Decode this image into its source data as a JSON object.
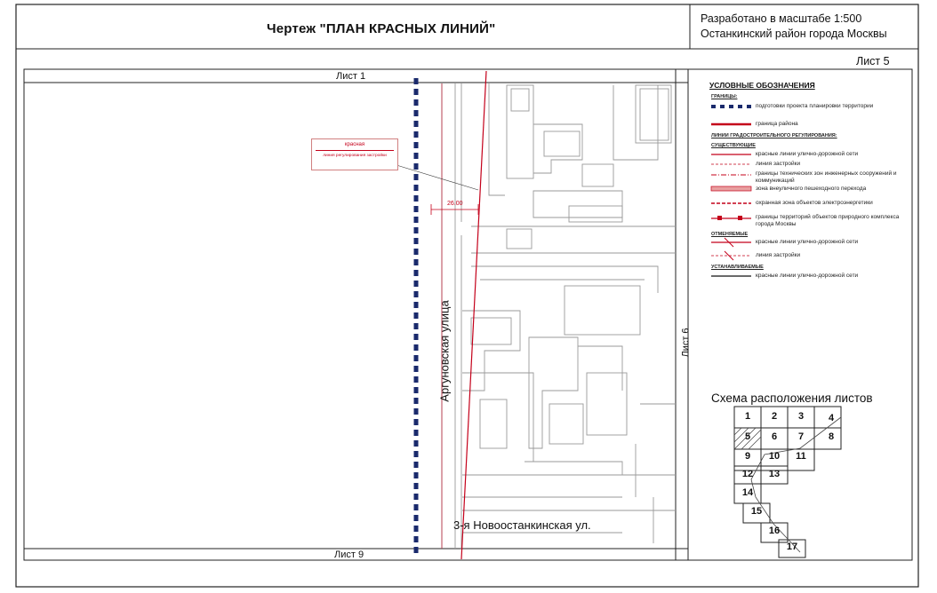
{
  "title_block": {
    "drawing_title": "Чертеж \"ПЛАН КРАСНЫХ ЛИНИЙ\"",
    "scale_text": "Разработано в масштабе 1:500",
    "district_text": "Останкинский район города Москвы",
    "sheet_label": "Лист 5"
  },
  "map": {
    "sheet_ref_top": "Лист 1",
    "sheet_ref_bottom": "Лист 9",
    "sheet_ref_right": "Лист 6",
    "street_argunovskaya": "Аргуновская улица",
    "street_novoostankinskaya": "3-я Новоостанкинская ул.",
    "dimension_label": "26.00",
    "callout": {
      "line1": "красная",
      "line2": "линия регулирования застройки"
    },
    "colors": {
      "red_line": "#c4001a",
      "project_boundary": "#1a2a6c",
      "building_outline": "#9a9a9a"
    }
  },
  "legend": {
    "title": "УСЛОВНЫЕ ОБОЗНАЧЕНИЯ",
    "group_boundaries": "ГРАНИЦЫ:",
    "item_project_boundary": "подготовки проекта планировки территории",
    "item_district_boundary": "граница района",
    "group_regulation": "ЛИНИИ ГРАДОСТРОИТЕЛЬНОГО РЕГУЛИРОВАНИЯ:",
    "subgroup_existing": "СУЩЕСТВУЮЩИЕ",
    "item_red_lines": "красные линии улично-дорожной сети",
    "item_building_line": "линия застройки",
    "item_tech_zones": "границы технических зон инженерных сооружений и коммуникаций",
    "item_pedestrian": "зона внеуличного пешеходного перехода",
    "item_power": "охранная зона объектов электроэнергетики",
    "item_nature": "границы территорий объектов природного комплекса города Москвы",
    "subgroup_cancelled": "ОТМЕНЯЕМЫЕ",
    "item_cancel_red": "красные линии улично-дорожной сети",
    "item_cancel_building": "линия застройки",
    "subgroup_established": "УСТАНАВЛИВАЕМЫЕ",
    "item_new_red": "красные линии улично-дорожной сети"
  },
  "layout_scheme": {
    "title": "Схема расположения листов",
    "cells": [
      "1",
      "2",
      "3",
      "4",
      "5",
      "6",
      "7",
      "8",
      "9",
      "10",
      "11",
      "12",
      "13",
      "14",
      "15",
      "16",
      "17"
    ],
    "current_sheet": "5"
  }
}
